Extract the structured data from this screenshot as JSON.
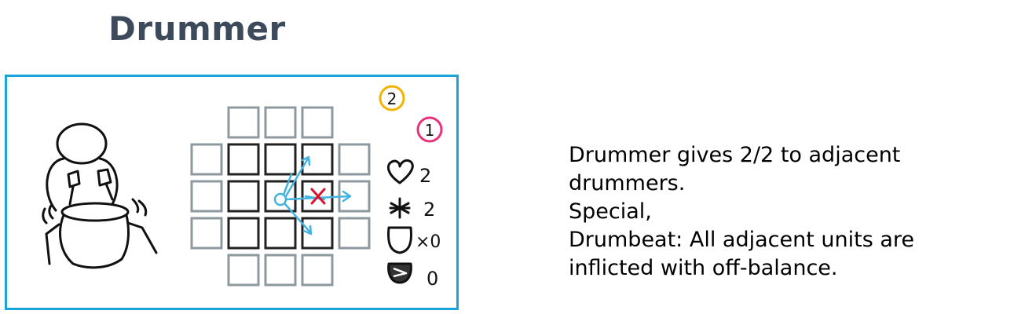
{
  "title": "Drummer",
  "stats": {
    "cost_badge": "2",
    "level_badge": "1",
    "health": "2",
    "attack": "2",
    "shield": "×0",
    "special": "0"
  },
  "description": [
    "Drummer gives 2/2 to adjacent",
    "drummers.",
    "Special,",
    "Drumbeat:  All adjacent units are",
    "inflicted with off-balance."
  ],
  "colors": {
    "card_border": "#1aa3d9",
    "title": "#3d4a5c",
    "grid_outer": "#8c9a9f",
    "grid_inner": "#222222",
    "arrow": "#45b3e0",
    "target_x": "#d9132b",
    "cost_circle": "#f0b400",
    "level_circle": "#e8327a"
  },
  "icons": [
    "drummer-sketch",
    "heart-icon",
    "asterisk-icon",
    "shield-icon",
    "special-face-icon"
  ]
}
